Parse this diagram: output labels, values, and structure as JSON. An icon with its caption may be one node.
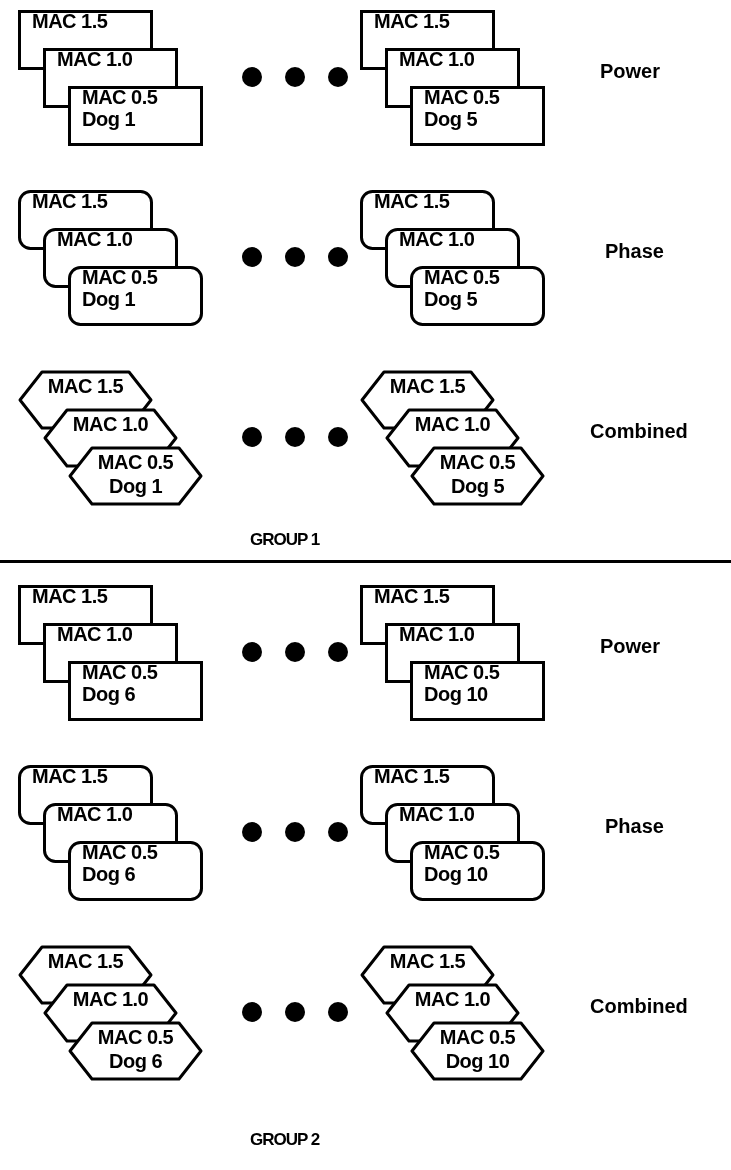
{
  "diagram": {
    "nodes": [
      {
        "text": [
          "MAC 1.5"
        ]
      },
      {
        "text": [
          "MAC 1.0"
        ]
      },
      {
        "text": [
          "MAC 0.5",
          "Dog 1"
        ]
      },
      {
        "text": [
          "MAC 1.5"
        ]
      },
      {
        "text": [
          "MAC 1.0"
        ]
      },
      {
        "text": [
          "MAC 0.5",
          "Dog 5"
        ]
      },
      {
        "text": [
          "MAC 1.5"
        ]
      },
      {
        "text": [
          "MAC 1.0"
        ]
      },
      {
        "text": [
          "MAC 0.5",
          "Dog 1"
        ]
      },
      {
        "text": [
          "MAC 1.5"
        ]
      },
      {
        "text": [
          "MAC 1.0"
        ]
      },
      {
        "text": [
          "MAC 0.5",
          "Dog 5"
        ]
      },
      {
        "text": [
          "MAC 1.5"
        ]
      },
      {
        "text": [
          "MAC 1.0"
        ]
      },
      {
        "text": [
          "MAC 0.5",
          "Dog 1"
        ]
      },
      {
        "text": [
          "MAC 1.5"
        ]
      },
      {
        "text": [
          "MAC 1.0"
        ]
      },
      {
        "text": [
          "MAC 0.5",
          "Dog 5"
        ]
      },
      {
        "text": [
          "MAC 1.5"
        ]
      },
      {
        "text": [
          "MAC 1.0"
        ]
      },
      {
        "text": [
          "MAC 0.5",
          "Dog 6"
        ]
      },
      {
        "text": [
          "MAC 1.5"
        ]
      },
      {
        "text": [
          "MAC 1.0"
        ]
      },
      {
        "text": [
          "MAC 0.5",
          "Dog 10"
        ]
      },
      {
        "text": [
          "MAC 1.5"
        ]
      },
      {
        "text": [
          "MAC 1.0"
        ]
      },
      {
        "text": [
          "MAC 0.5",
          "Dog 6"
        ]
      },
      {
        "text": [
          "MAC 1.5"
        ]
      },
      {
        "text": [
          "MAC 1.0"
        ]
      },
      {
        "text": [
          "MAC 0.5",
          "Dog 10"
        ]
      },
      {
        "text": [
          "MAC 1.5"
        ]
      },
      {
        "text": [
          "MAC 1.0"
        ]
      },
      {
        "text": [
          "MAC 0.5",
          "Dog 6"
        ]
      },
      {
        "text": [
          "MAC 1.5"
        ]
      },
      {
        "text": [
          "MAC 1.0"
        ]
      },
      {
        "text": [
          "MAC 0.5",
          "Dog 10"
        ]
      }
    ],
    "edges": [],
    "labels": [
      "Power",
      "Phase",
      "Combined",
      "GROUP 1",
      "Power",
      "Phase",
      "Combined",
      "GROUP 2"
    ]
  }
}
